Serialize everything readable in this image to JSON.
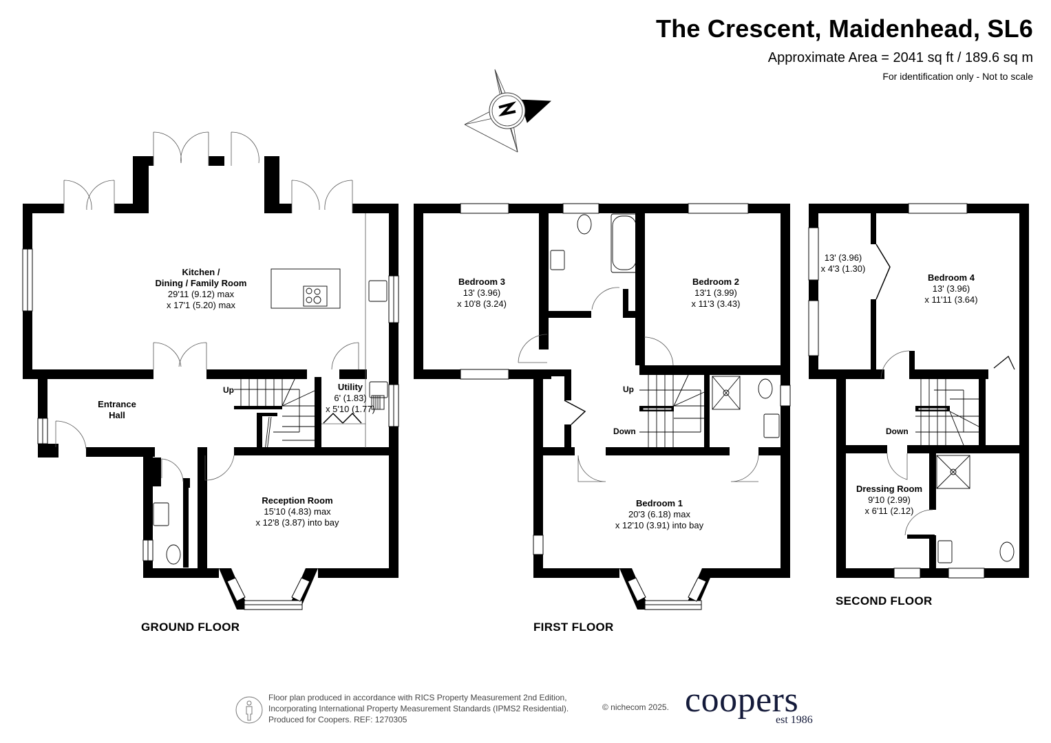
{
  "header": {
    "title": "The Crescent, Maidenhead, SL6",
    "area": "Approximate Area = 2041 sq ft / 189.6 sq m",
    "note": "For identification only - Not to scale"
  },
  "compass": {
    "icon": "compass-north-icon",
    "letter": "N"
  },
  "floors": {
    "ground": {
      "label": "GROUND FLOOR",
      "rooms": [
        {
          "name": "Kitchen /",
          "name2": "Dining / Family Room",
          "dim1": "29'11 (9.12) max",
          "dim2": "x 17'1 (5.20) max"
        },
        {
          "name": "Entrance",
          "name2": "Hall"
        },
        {
          "name": "Utility",
          "dim1": "6' (1.83)",
          "dim2": "x 5'10 (1.77)"
        },
        {
          "name": "Reception Room",
          "dim1": "15'10 (4.83) max",
          "dim2": "x 12'8 (3.87) into bay"
        }
      ],
      "stairs": {
        "up": "Up"
      }
    },
    "first": {
      "label": "FIRST FLOOR",
      "rooms": [
        {
          "name": "Bedroom 3",
          "dim1": "13' (3.96)",
          "dim2": "x 10'8 (3.24)"
        },
        {
          "name": "Bedroom 2",
          "dim1": "13'1 (3.99)",
          "dim2": "x 11'3 (3.43)"
        },
        {
          "name": "Bedroom 1",
          "dim1": "20'3 (6.18) max",
          "dim2": "x 12'10 (3.91) into bay"
        }
      ],
      "stairs": {
        "up": "Up",
        "down": "Down"
      }
    },
    "second": {
      "label": "SECOND FLOOR",
      "rooms": [
        {
          "name": "",
          "dim1": "13' (3.96)",
          "dim2": "x 4'3 (1.30)"
        },
        {
          "name": "Bedroom 4",
          "dim1": "13' (3.96)",
          "dim2": "x 11'11 (3.64)"
        },
        {
          "name": "Dressing Room",
          "dim1": "9'10 (2.99)",
          "dim2": "x 6'11 (2.12)"
        }
      ],
      "stairs": {
        "down": "Down"
      }
    }
  },
  "footer": {
    "line1": "Floor plan produced in accordance with RICS Property Measurement 2nd Edition,",
    "line2": "Incorporating International Property Measurement Standards (IPMS2 Residential).",
    "line3": "Produced for Coopers.   REF: 1270305",
    "copyright": "© nichecom 2025.",
    "brand": "coopers",
    "brand_est": "est 1986",
    "brand_color": "#141a3a"
  }
}
